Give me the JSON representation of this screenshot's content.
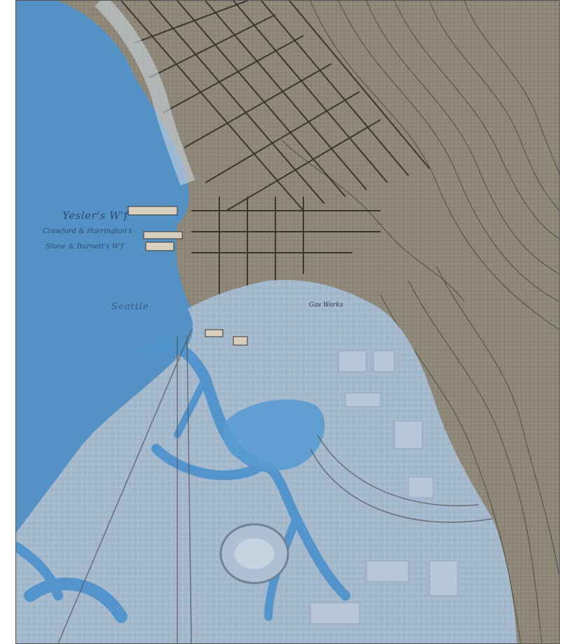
{
  "map": {
    "labels": {
      "yesler": "Yesler's W'f",
      "crawford": "Crawford & Harrington's",
      "stone": "Stone & Burnett's W'f",
      "seattle": "Seattle",
      "gas_works": "Gas Works"
    },
    "colors": {
      "water": "#4f93cc",
      "tideflat_fill": "#9fb8d2",
      "land_old_map": "#8e8778",
      "street_lines": "#2c2a25"
    }
  }
}
